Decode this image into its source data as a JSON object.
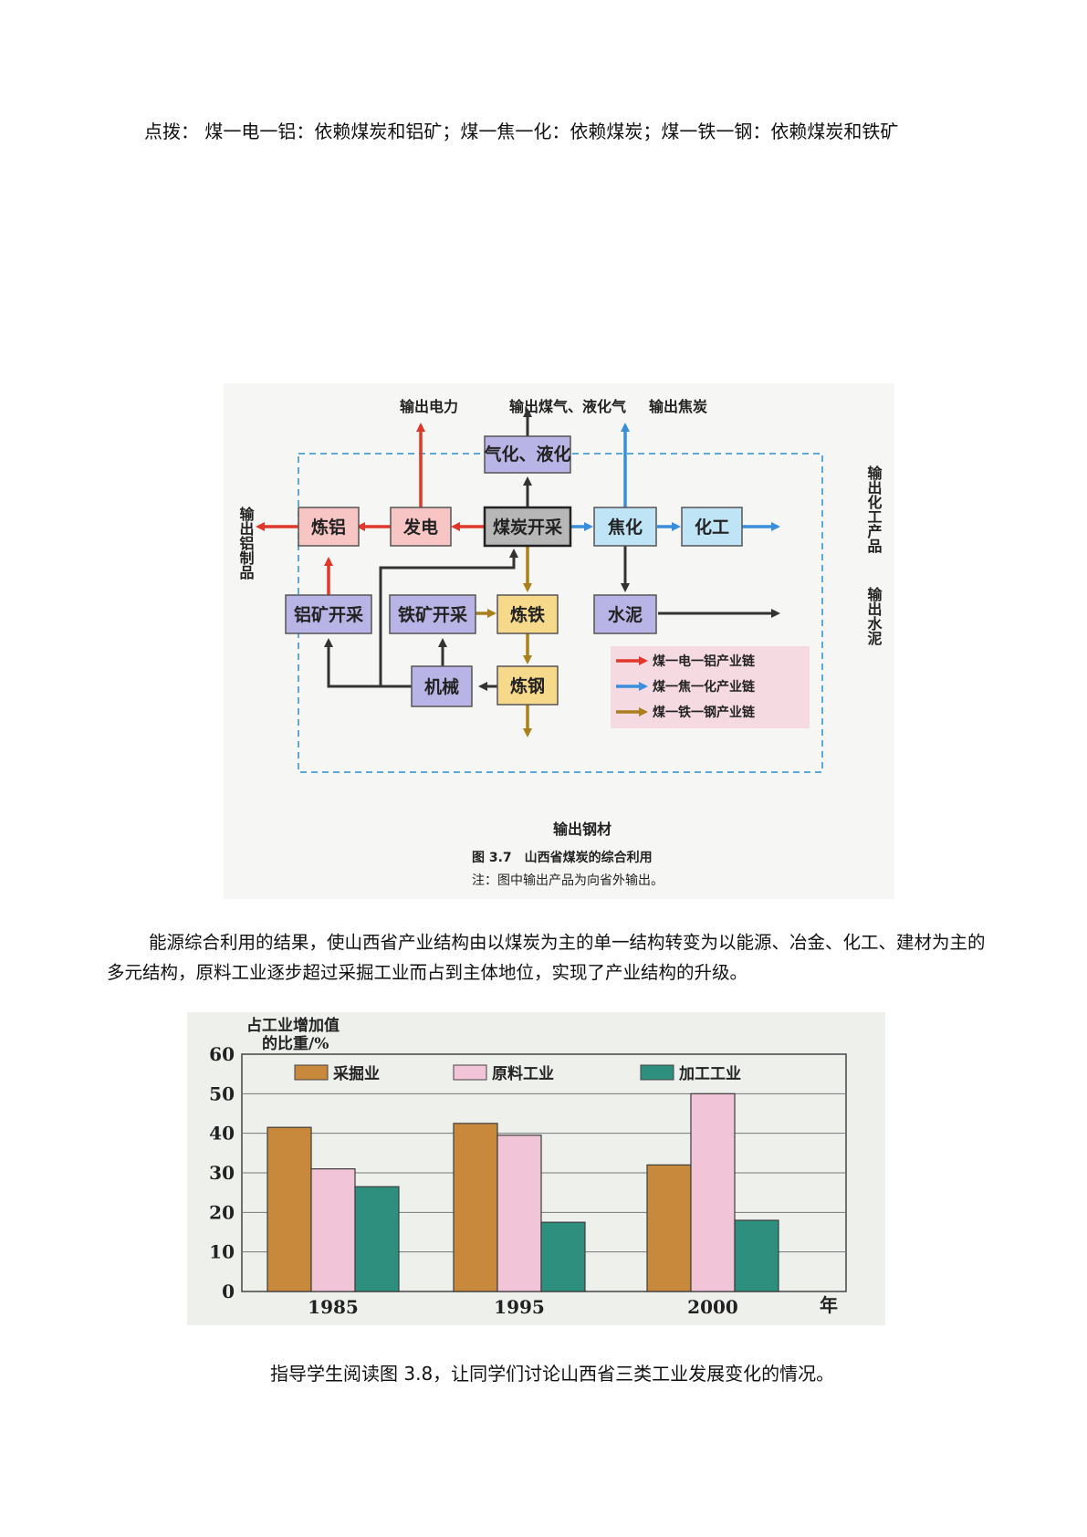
{
  "tip": "点拨： 煤一电一铝：依赖煤炭和铝矿；煤一焦一化：依赖煤炭；煤一铁一钢：依赖煤炭和铁矿",
  "diagram": {
    "boxes": {
      "gasify": "气化、液化",
      "coal_mining": "煤炭开采",
      "power": "发电",
      "aluminum_smelting": "炼铝",
      "coking": "焦化",
      "chemical": "化工",
      "bauxite_mining": "铝矿开采",
      "iron_ore_mining": "铁矿开采",
      "iron_smelting": "炼铁",
      "cement": "水泥",
      "machinery": "机械",
      "steel_making": "炼钢"
    },
    "outputs": {
      "electricity": "输出电力",
      "gas": "输出煤气、液化气",
      "coke": "输出焦炭",
      "aluminum_products": "输出铝制品",
      "chemical_products": "输出化工产品",
      "cement_out": "输出水泥",
      "steel_out": "输出钢材"
    },
    "legend": {
      "red": "煤一电一铝产业链",
      "blue": "煤一焦一化产业链",
      "brown": "煤一铁一钢产业链"
    },
    "caption": "图 3.7　山西省煤炭的综合利用",
    "note": "注：图中输出产品为向省外输出。",
    "colors": {
      "red": "#e0392b",
      "blue": "#3a8fdd",
      "brown": "#a8801e",
      "gray": "#333333"
    }
  },
  "paragraph": "能源综合利用的结果，使山西省产业结构由以煤炭为主的单一结构转变为以能源、冶金、化工、建材为主的多元结构，原料工业逐步超过采掘工业而占到主体地位，实现了产业结构的升级。",
  "chart_data": {
    "type": "bar",
    "ylabel_line1": "占工业增加值",
    "ylabel_line2": "的比重/%",
    "xlabel": "年",
    "ylim": [
      0,
      60
    ],
    "yticks": [
      "0",
      "10",
      "20",
      "30",
      "40",
      "50",
      "60"
    ],
    "categories": [
      "1985",
      "1995",
      "2000"
    ],
    "series": [
      {
        "name": "采掘业",
        "values": [
          41.5,
          42.5,
          32
        ],
        "color": "#c8893c"
      },
      {
        "name": "原料工业",
        "values": [
          31,
          39.5,
          50
        ],
        "color": "#f2c4d8"
      },
      {
        "name": "加工工业",
        "values": [
          26.5,
          17.5,
          18
        ],
        "color": "#2f8f7e"
      }
    ],
    "grid": true,
    "legend_placement": "top"
  },
  "guide": "指导学生阅读图 3.8，让同学们讨论山西省三类工业发展变化的情况。"
}
